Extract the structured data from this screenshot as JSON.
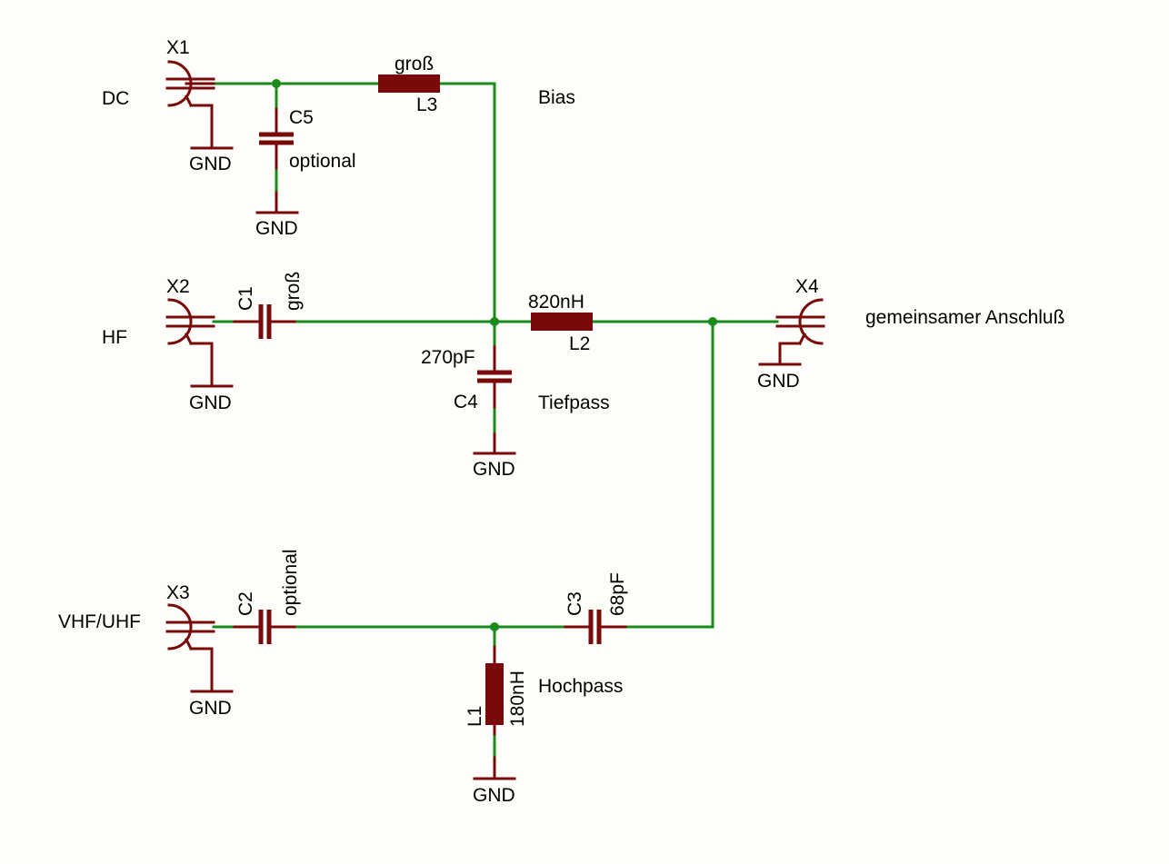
{
  "labels": {
    "dc": "DC",
    "hf": "HF",
    "vhf_uhf": "VHF/UHF",
    "common": "gemeinsamer Anschluß",
    "bias": "Bias",
    "lowpass": "Tiefpass",
    "highpass": "Hochpass"
  },
  "connectors": {
    "x1": "X1",
    "x2": "X2",
    "x3": "X3",
    "x4": "X4"
  },
  "ground": "GND",
  "components": {
    "c1": {
      "name": "C1",
      "value": "groß"
    },
    "c2": {
      "name": "C2",
      "value": "optional"
    },
    "c3": {
      "name": "C3",
      "value": "68pF"
    },
    "c4": {
      "name": "C4",
      "value": "270pF"
    },
    "c5": {
      "name": "C5",
      "value": "optional"
    },
    "l1": {
      "name": "L1",
      "value": "180nH"
    },
    "l2": {
      "name": "L2",
      "value": "820nH"
    },
    "l3": {
      "name": "L3",
      "value": "groß"
    }
  },
  "colors": {
    "wire": "#1a8a1a",
    "component": "#7a0a0a",
    "background": "#fdfdf9"
  }
}
